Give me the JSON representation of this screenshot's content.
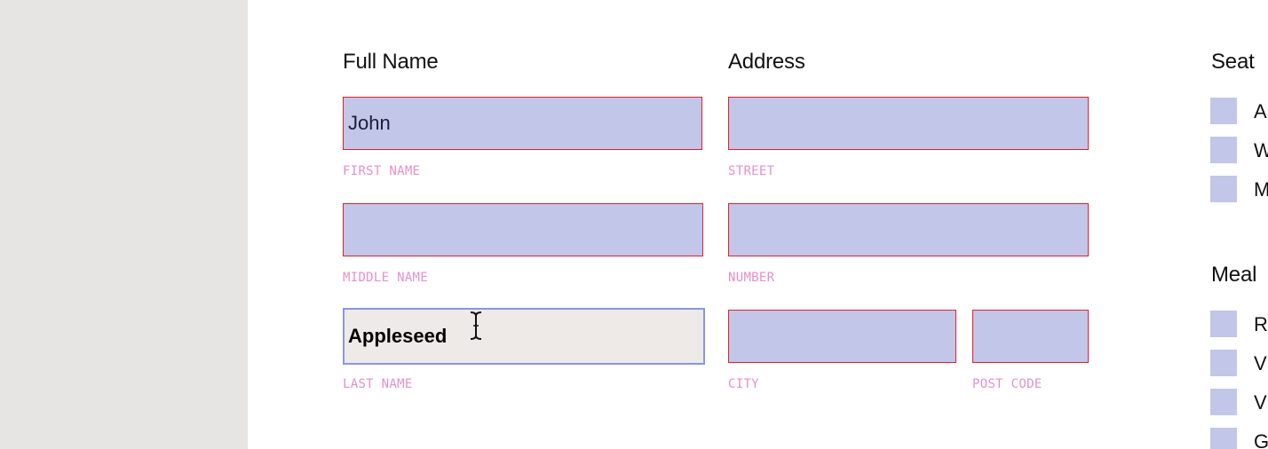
{
  "full_name": {
    "heading": "Full Name",
    "first_name": {
      "value": "John",
      "caption": "FIRST NAME"
    },
    "middle_name": {
      "value": "",
      "caption": "MIDDLE NAME"
    },
    "last_name": {
      "value": "Appleseed",
      "caption": "LAST NAME"
    }
  },
  "address": {
    "heading": "Address",
    "street": {
      "value": "",
      "caption": "STREET"
    },
    "number": {
      "value": "",
      "caption": "NUMBER"
    },
    "city": {
      "value": "",
      "caption": "CITY"
    },
    "post_code": {
      "value": "",
      "caption": "POST CODE"
    }
  },
  "seat": {
    "heading": "Seat",
    "options": [
      "A",
      "W",
      "M"
    ]
  },
  "meal": {
    "heading": "Meal",
    "options": [
      "R",
      "V",
      "V",
      "G"
    ]
  },
  "colors": {
    "field_fill": "#c2c6e9",
    "field_border": "#e0202b",
    "active_field_fill": "#eeeae8",
    "active_field_border": "#8a96e6",
    "caption": "#e68fcb",
    "sidebar": "#e6e5e3"
  }
}
